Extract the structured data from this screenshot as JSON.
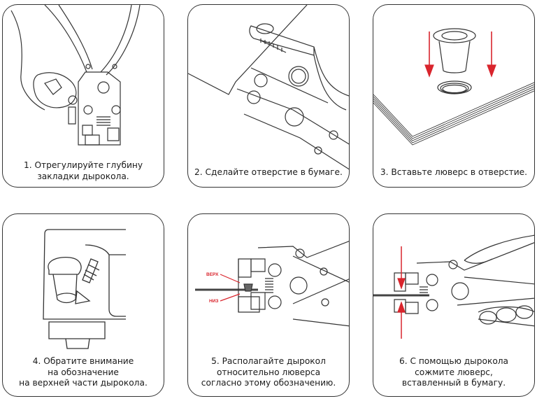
{
  "document": {
    "type": "instruction-sheet",
    "accent_color": "#d9252d",
    "line_color": "#333333"
  },
  "steps": [
    {
      "number": "1",
      "illustration": "hand-adjusting-hole-punch-depth",
      "lines": [
        "1. Отрегулируйте глубину",
        "закладки дырокола."
      ]
    },
    {
      "number": "2",
      "illustration": "punch-making-hole-in-paper",
      "lines": [
        "2. Сделайте отверстие в бумаге."
      ]
    },
    {
      "number": "3",
      "illustration": "eyelet-inserted-into-hole",
      "lines": [
        "3. Вставьте люверс в отверстие."
      ]
    },
    {
      "number": "4",
      "illustration": "marking-on-top-of-punch",
      "lines": [
        "4. Обратите внимание",
        "на обозначение",
        "на верхней части дырокола."
      ]
    },
    {
      "number": "5",
      "illustration": "punch-positioned-over-eyelet",
      "labels": {
        "top": "ВЕРХ",
        "bottom": "НИЗ"
      },
      "lines": [
        "5. Располагайте дырокол",
        "относительно люверса",
        "согласно этому обозначению."
      ]
    },
    {
      "number": "6",
      "illustration": "hand-squeezing-punch",
      "lines": [
        "6. С помощью дырокола",
        "сожмите люверс,",
        "вставленный в бумагу."
      ]
    }
  ]
}
